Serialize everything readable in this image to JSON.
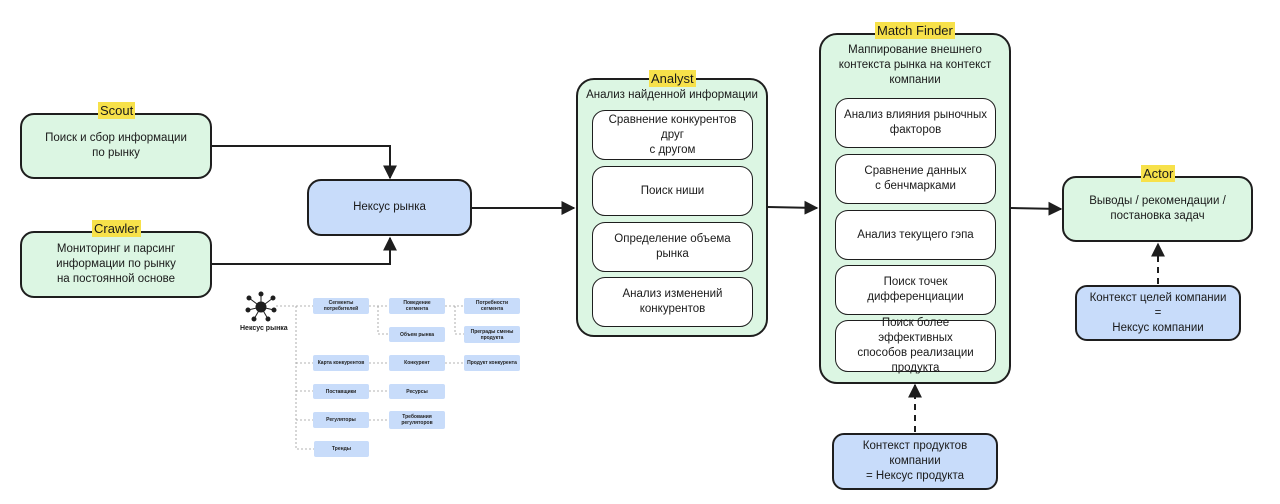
{
  "scout": {
    "tag": "Scout",
    "text": "Поиск и сбор информации\nпо рынку"
  },
  "crawler": {
    "tag": "Crawler",
    "text": "Мониторинг и парсинг\nинформации по рынку\nна постоянной основе"
  },
  "nexus": {
    "text": "Нексус рынка"
  },
  "analyst": {
    "tag": "Analyst",
    "subtitle": "Анализ найденной информации",
    "items": [
      "Сравнение конкурентов друг\nс другом",
      "Поиск ниши",
      "Определение объема рынка",
      "Анализ изменений\nконкурентов"
    ]
  },
  "match_finder": {
    "tag": "Match Finder",
    "subtitle": "Маппирование внешнего\nконтекста рынка на контекст\nкомпании",
    "items": [
      "Анализ влияния рыночных\nфакторов",
      "Сравнение данных\nс бенчмарками",
      "Анализ текущего гэпа",
      "Поиск точек\nдифференциации",
      "Поиск более эффективных\nспособов реализации\nпродукта"
    ]
  },
  "actor": {
    "tag": "Actor",
    "text": "Выводы / рекомендации /\nпостановка задач"
  },
  "company_goals": {
    "text": "Контекст целей компании =\nНексус компании"
  },
  "product_context": {
    "text": "Контекст продуктов компании\n= Нексус продукта"
  },
  "mini_map": {
    "title": "Нексус рынка",
    "nodes": {
      "segments": "Сегменты\nпотребителей",
      "behavior": "Поведение\nсегмента",
      "needs": "Потребности\nсегмента",
      "volume": "Объем рынка",
      "barriers": "Преграды смены\nпродукта",
      "competitor_map": "Карта конкурентов",
      "competitor": "Конкурент",
      "competitor_product": "Продукт конкурента",
      "suppliers": "Поставщики",
      "resources": "Ресурсы",
      "regulators": "Регуляторы",
      "regulator_requirements": "Требования\nрегуляторов",
      "trends": "Тренды"
    }
  },
  "colors": {
    "green": "#dcf6e3",
    "blue": "#c8dcfa",
    "tag": "#f7e14a",
    "stroke": "#1e1e1e"
  }
}
